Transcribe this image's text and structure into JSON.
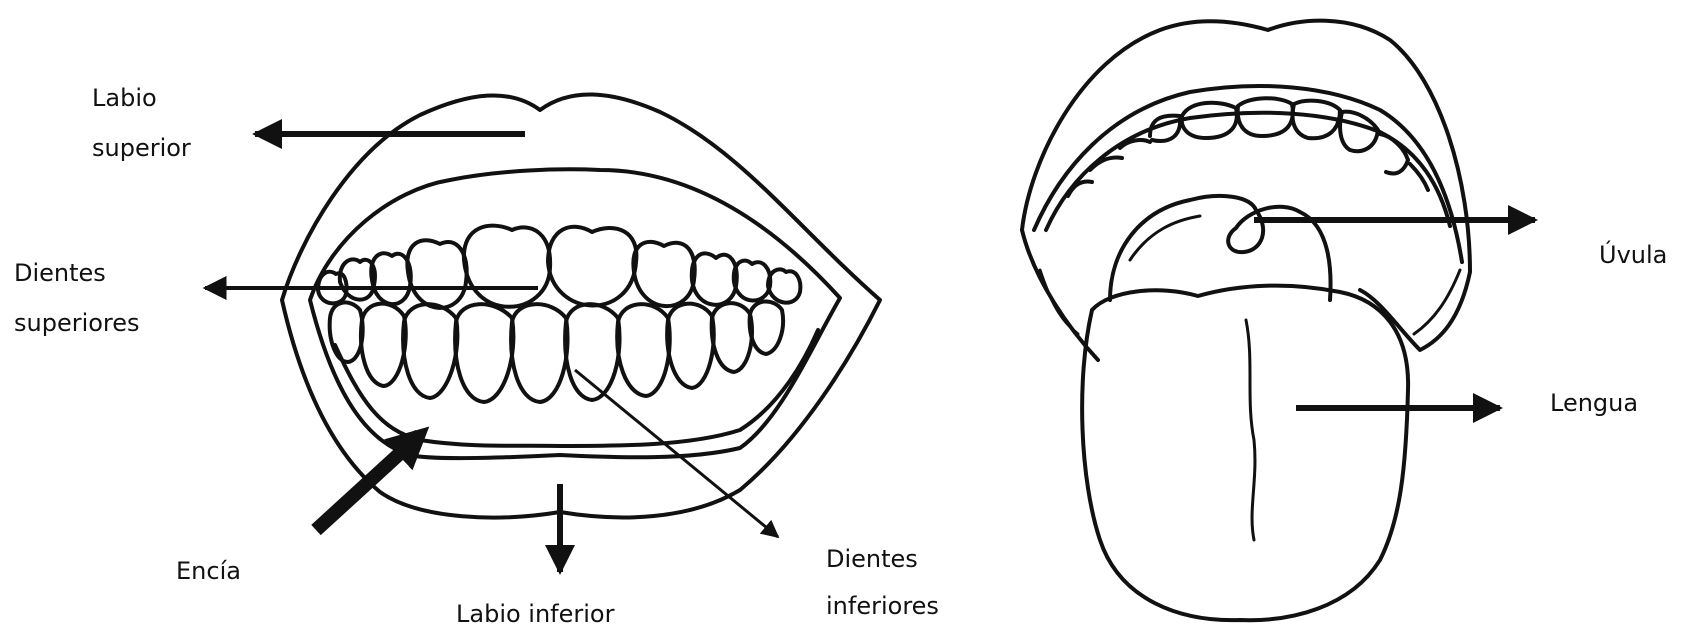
{
  "labels": {
    "labio_superior_1": "Labio",
    "labio_superior_2": "superior",
    "dientes_superiores_1": "Dientes",
    "dientes_superiores_2": "superiores",
    "encia": "Encía",
    "labio_inferior": "Labio inferior",
    "dientes_inferiores_1": "Dientes",
    "dientes_inferiores_2": "inferiores",
    "uvula": "Úvula",
    "lengua": "Lengua"
  }
}
